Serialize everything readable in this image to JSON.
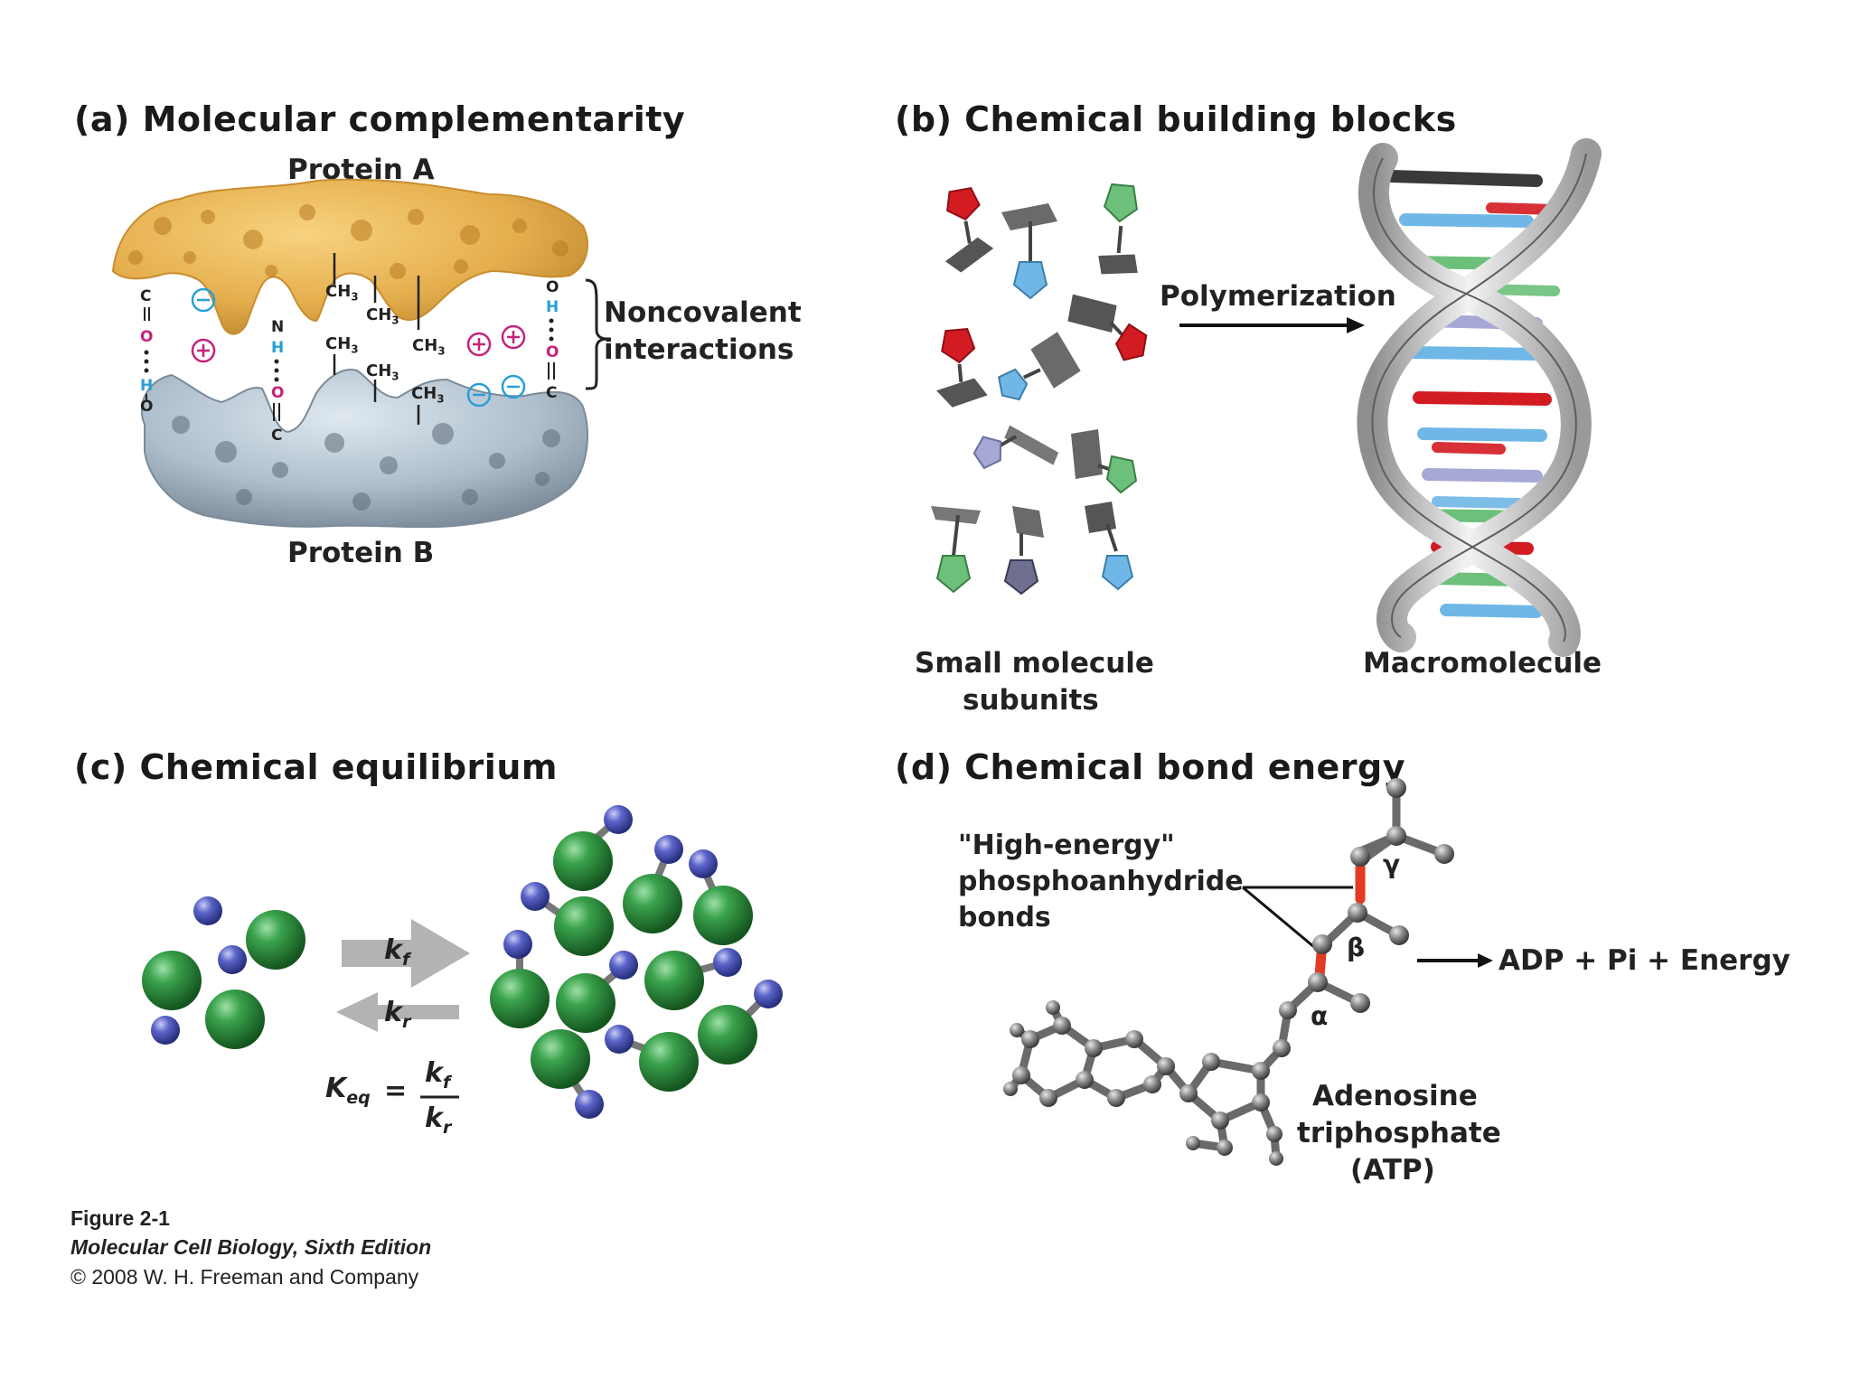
{
  "panels": {
    "a": {
      "title": "(a)  Molecular complementarity",
      "protein_a": "Protein A",
      "protein_b": "Protein B",
      "noncovalent_line1": "Noncovalent",
      "noncovalent_line2": "interactions",
      "methyl": "CH",
      "methyl_sub": "3"
    },
    "b": {
      "title": "(b)  Chemical building blocks",
      "arrow_label": "Polymerization",
      "left_line1": "Small molecule",
      "left_line2": "subunits",
      "right_label": "Macromolecule"
    },
    "c": {
      "title": "(c)  Chemical equilibrium",
      "kf": "k",
      "kf_sub": "f",
      "kr": "k",
      "kr_sub": "r",
      "keq": "K",
      "keq_sub": "eq",
      "equals": "="
    },
    "d": {
      "title": "(d)  Chemical bond energy",
      "bond_line1": "\"High-energy\"",
      "bond_line2": "phosphoanhydride",
      "bond_line3": "bonds",
      "gamma": "γ",
      "beta": "β",
      "alpha": "α",
      "products": "ADP + Pi + Energy",
      "atp_line1": "Adenosine",
      "atp_line2": "triphosphate",
      "atp_line3": "(ATP)"
    }
  },
  "caption": {
    "figure": "Figure 2-1",
    "book": "Molecular Cell Biology, Sixth Edition",
    "copyright": "© 2008 W. H. Freeman and Company"
  },
  "colors": {
    "protein_a": "#e8b65a",
    "protein_b": "#b6c6d4",
    "green": "#2e8b3e",
    "blue_small": "#4a56b8",
    "red": "#d31b22",
    "magenta": "#c4237a",
    "cyan": "#2a9fd6",
    "arrow_gray": "#b3b3b3"
  }
}
